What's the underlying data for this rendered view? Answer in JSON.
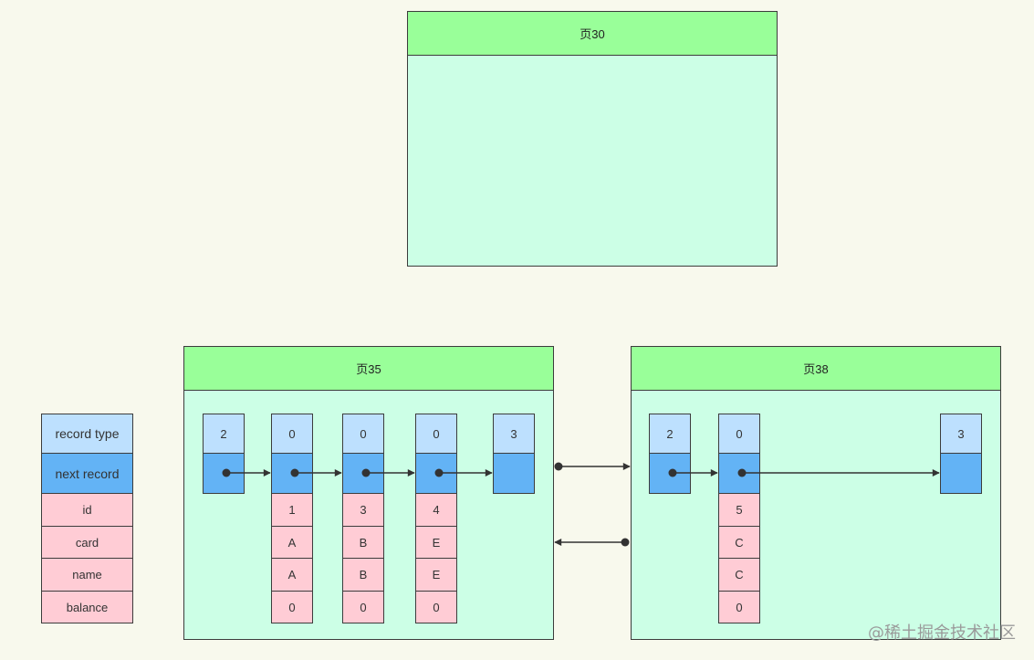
{
  "legend": {
    "record_type": "record type",
    "next_record": "next record",
    "fields": [
      "id",
      "card",
      "name",
      "balance"
    ]
  },
  "pages": {
    "root": {
      "title": "页30"
    },
    "left": {
      "title": "页35",
      "records": [
        {
          "type": "2",
          "kind": "infimum"
        },
        {
          "type": "0",
          "kind": "user",
          "values": [
            "1",
            "A",
            "A",
            "0"
          ]
        },
        {
          "type": "0",
          "kind": "user",
          "values": [
            "3",
            "B",
            "B",
            "0"
          ]
        },
        {
          "type": "0",
          "kind": "user",
          "values": [
            "4",
            "E",
            "E",
            "0"
          ]
        },
        {
          "type": "3",
          "kind": "supremum"
        }
      ]
    },
    "right": {
      "title": "页38",
      "records": [
        {
          "type": "2",
          "kind": "infimum"
        },
        {
          "type": "0",
          "kind": "user",
          "values": [
            "5",
            "C",
            "C",
            "0"
          ]
        },
        {
          "type": "3",
          "kind": "supremum"
        }
      ]
    }
  },
  "watermark": "@稀土掘金技术社区",
  "colors": {
    "background": "#f8f9ed",
    "page_body": "#ccffe6",
    "page_header": "#99ff99",
    "record_type": "#bde0fe",
    "next_record": "#63b3f5",
    "data_cell": "#ffccd5",
    "arrow": "#333333"
  }
}
